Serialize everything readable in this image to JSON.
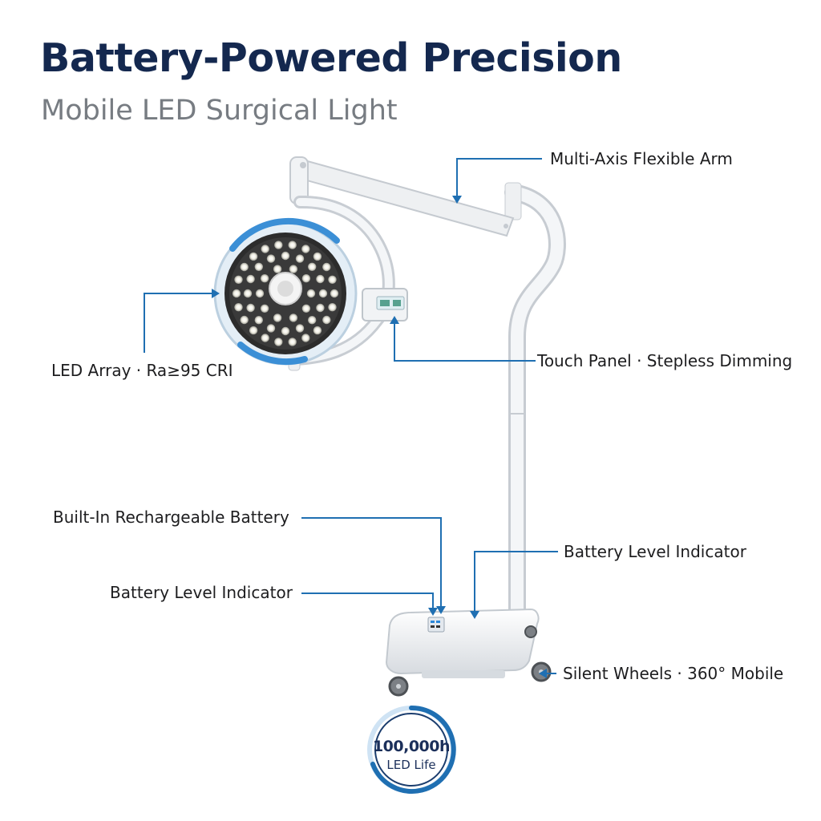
{
  "header": {
    "title": "Battery-Powered Precision",
    "subtitle": "Mobile LED Surgical Light"
  },
  "callouts": {
    "arm": "Multi-Axis Flexible Arm",
    "led_array": "LED Array · Ra≥95 CRI",
    "touch_panel": "Touch Panel · Stepless Dimming",
    "battery_builtin": "Built-In Rechargeable Battery",
    "battery_indicator_right": "Battery Level Indicator",
    "battery_indicator_left": "Battery Level Indicator",
    "wheels": "Silent Wheels · 360° Mobile"
  },
  "badge": {
    "value": "100,000h",
    "label": "LED Life"
  },
  "colors": {
    "title": "#14284f",
    "subtitle": "#777c82",
    "callout_line": "#1f6fb2",
    "accent_blue": "#2a86d8",
    "badge_ring": "#1f6fb2"
  }
}
